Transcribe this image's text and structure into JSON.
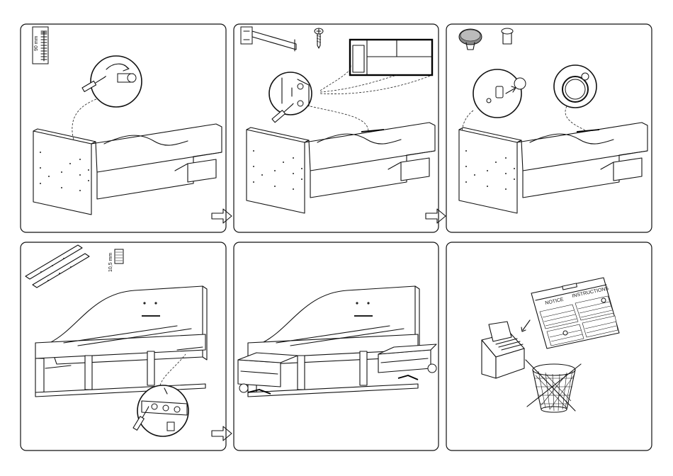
{
  "steps": {
    "step1": {
      "hardware_length": "90 mm"
    },
    "step4": {
      "hardware_length": "10,5 mm"
    },
    "step6": {
      "booklet_word_fr": "NOTICE",
      "booklet_word_en": "INSTRUCTIONS"
    }
  },
  "icons": [
    "next-step-arrow",
    "screwdriver",
    "cam-bolt",
    "screw",
    "cover-cap",
    "drawer-runner",
    "waste-bin-crossed"
  ],
  "colors": {
    "ink": "#111111",
    "background": "#ffffff"
  }
}
